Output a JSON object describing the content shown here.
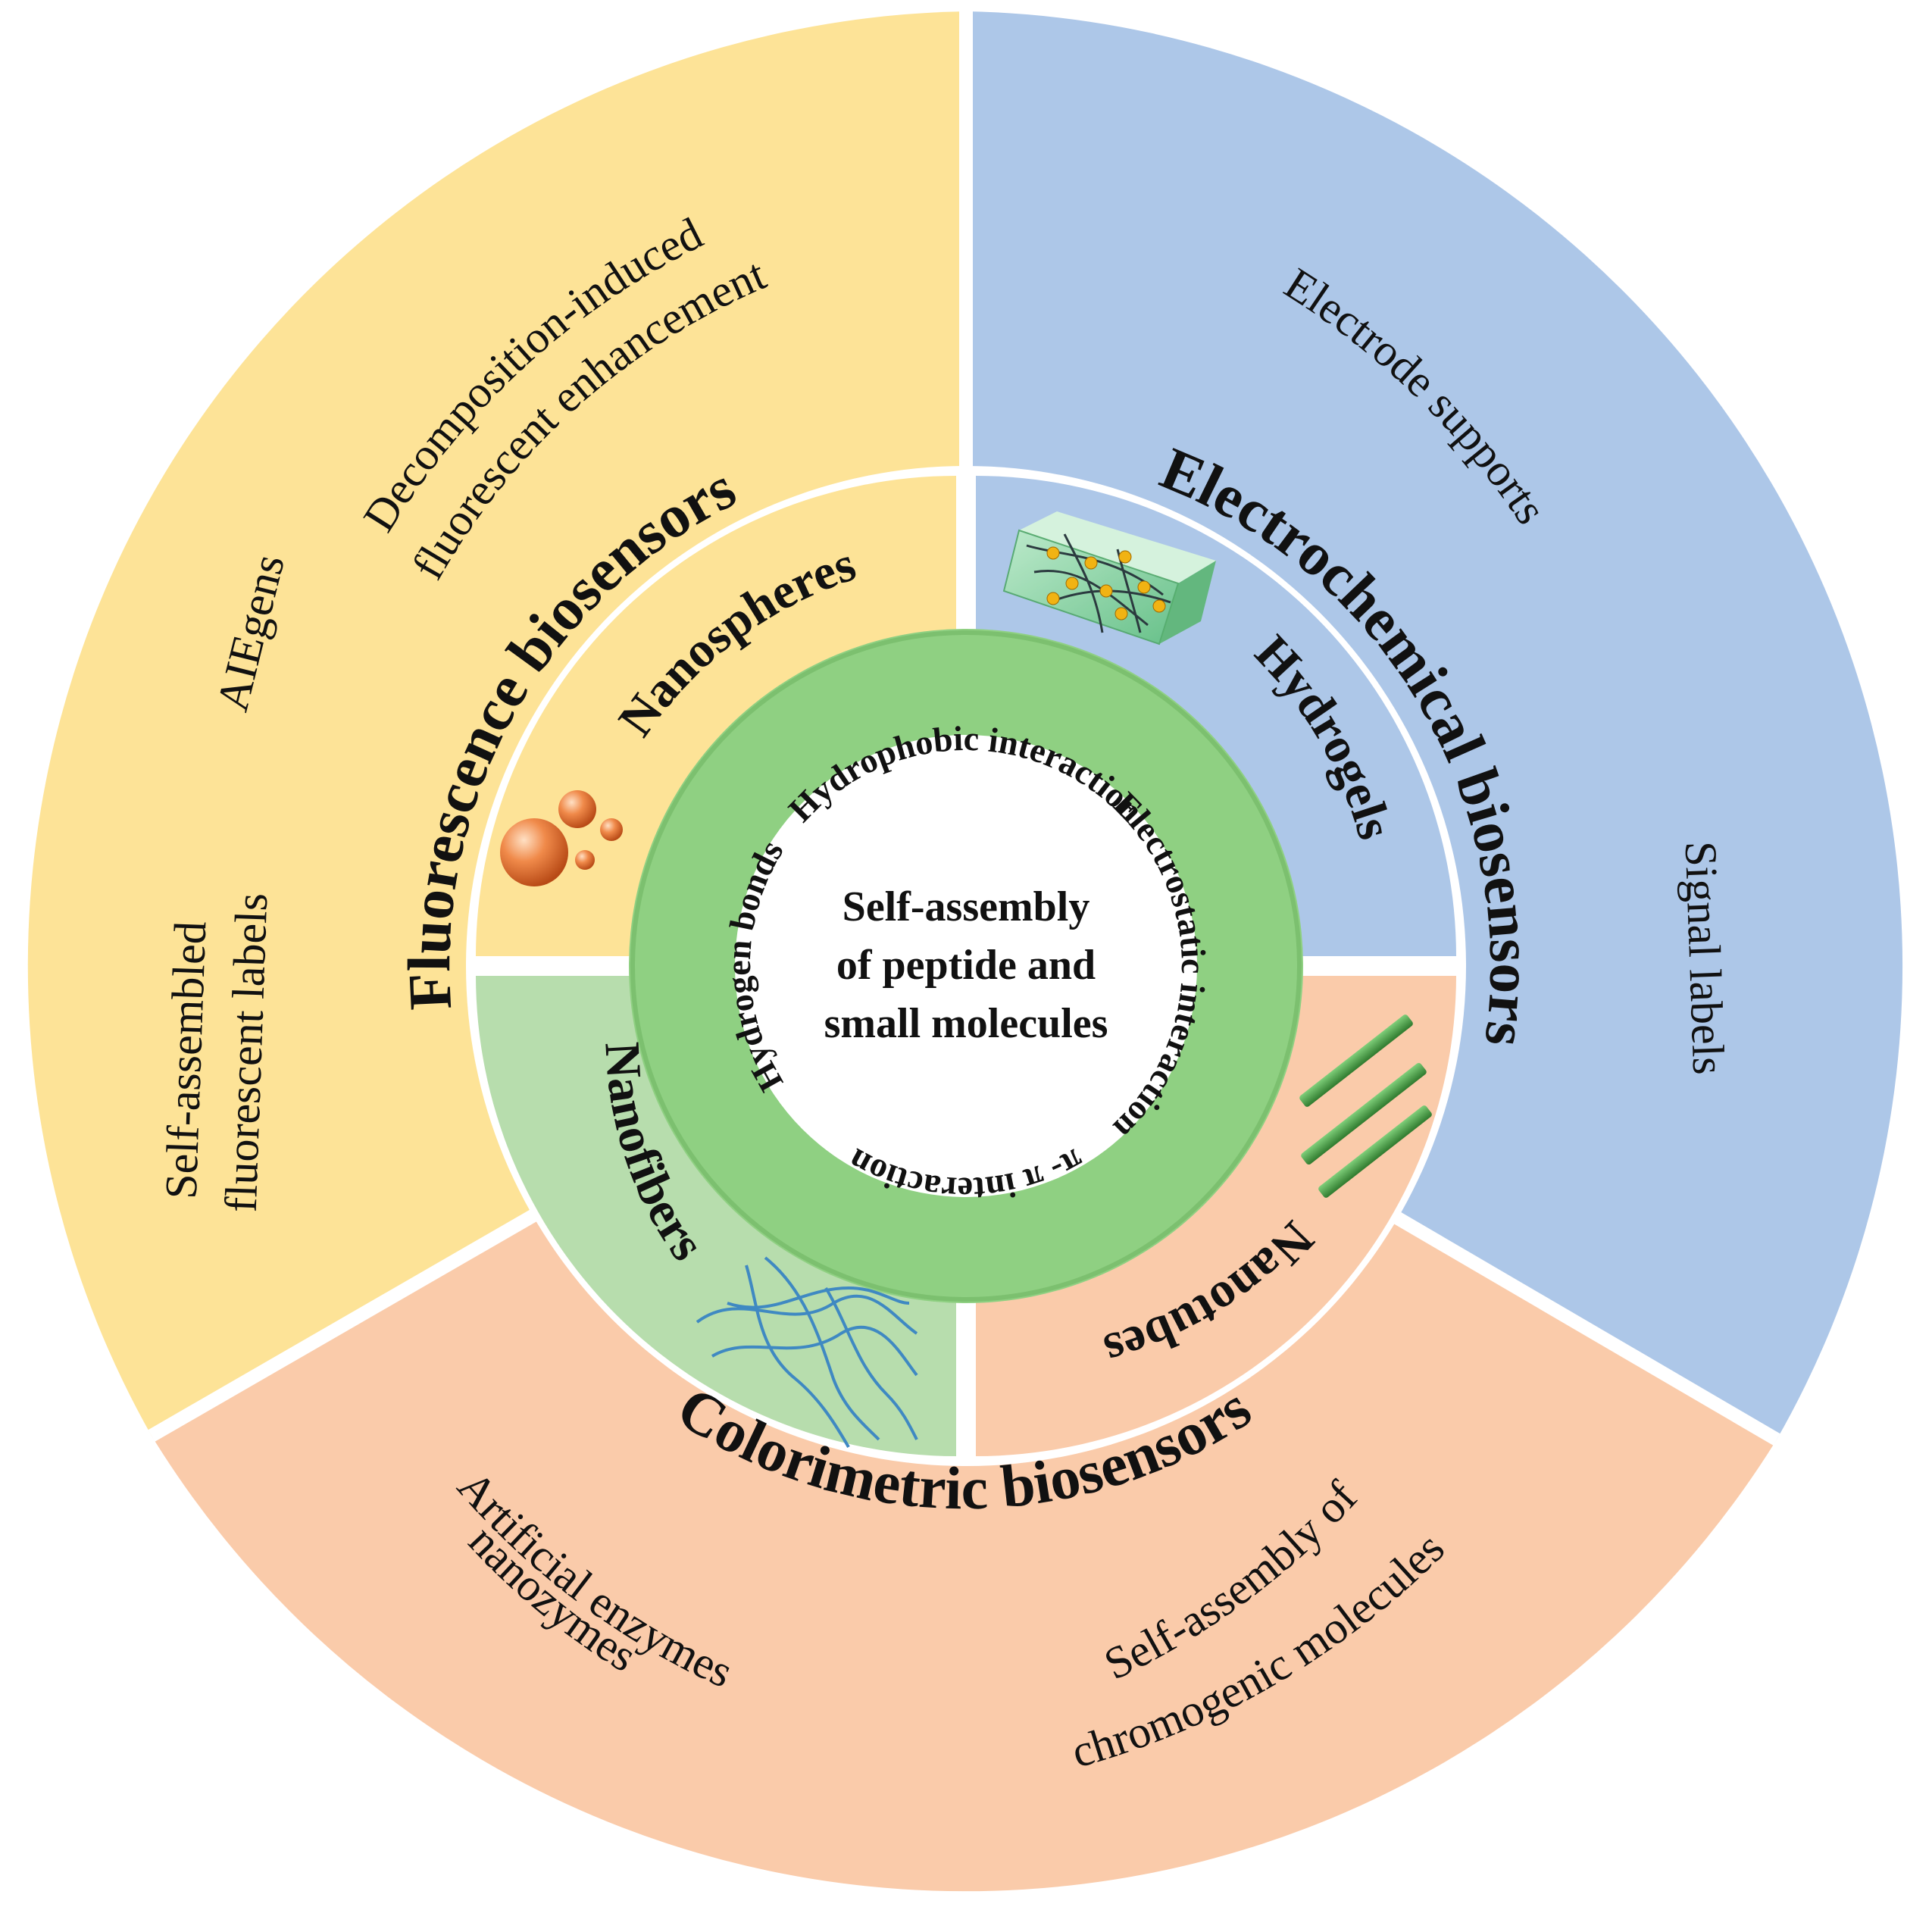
{
  "center": {
    "lines": [
      "Self-assembly",
      "of peptide and",
      "small molecules"
    ]
  },
  "ring": {
    "top": "Hydrophobic interaction",
    "right": "Electrostatic interaction",
    "bottom": "π- π interaction",
    "left": "Hydrogen bonds"
  },
  "inner": {
    "nanospheres": "Nanospheres",
    "hydrogels": "Hydrogels",
    "nanotubes": "Nanotubes",
    "nanofibers": "Nanofibers"
  },
  "fluorescence": {
    "title": "Fluorescence biosensors",
    "decomp": [
      "Decomposition-induced",
      "fluorescent enhancement"
    ],
    "aiegens": "AIEgens",
    "labels": [
      "Self-assembled",
      "fluorescent labels"
    ]
  },
  "electrochemical": {
    "title": "Electrochemical biosensors",
    "supports": "Electrode supports",
    "signal": "Signal labels"
  },
  "colorimetric": {
    "title": "Colorimetric biosensors",
    "enzymes": [
      "Artificial enzymes",
      "nanozymes"
    ],
    "chromogenic": [
      "Self-assembly of",
      "chromogenic molecules"
    ]
  },
  "colors": {
    "fluorescence": "#fde397",
    "electrochemical": "#adc7e8",
    "colorimetric": "#facbaa",
    "nanofibers": "#b7ddad",
    "ring": "#8fd082"
  }
}
